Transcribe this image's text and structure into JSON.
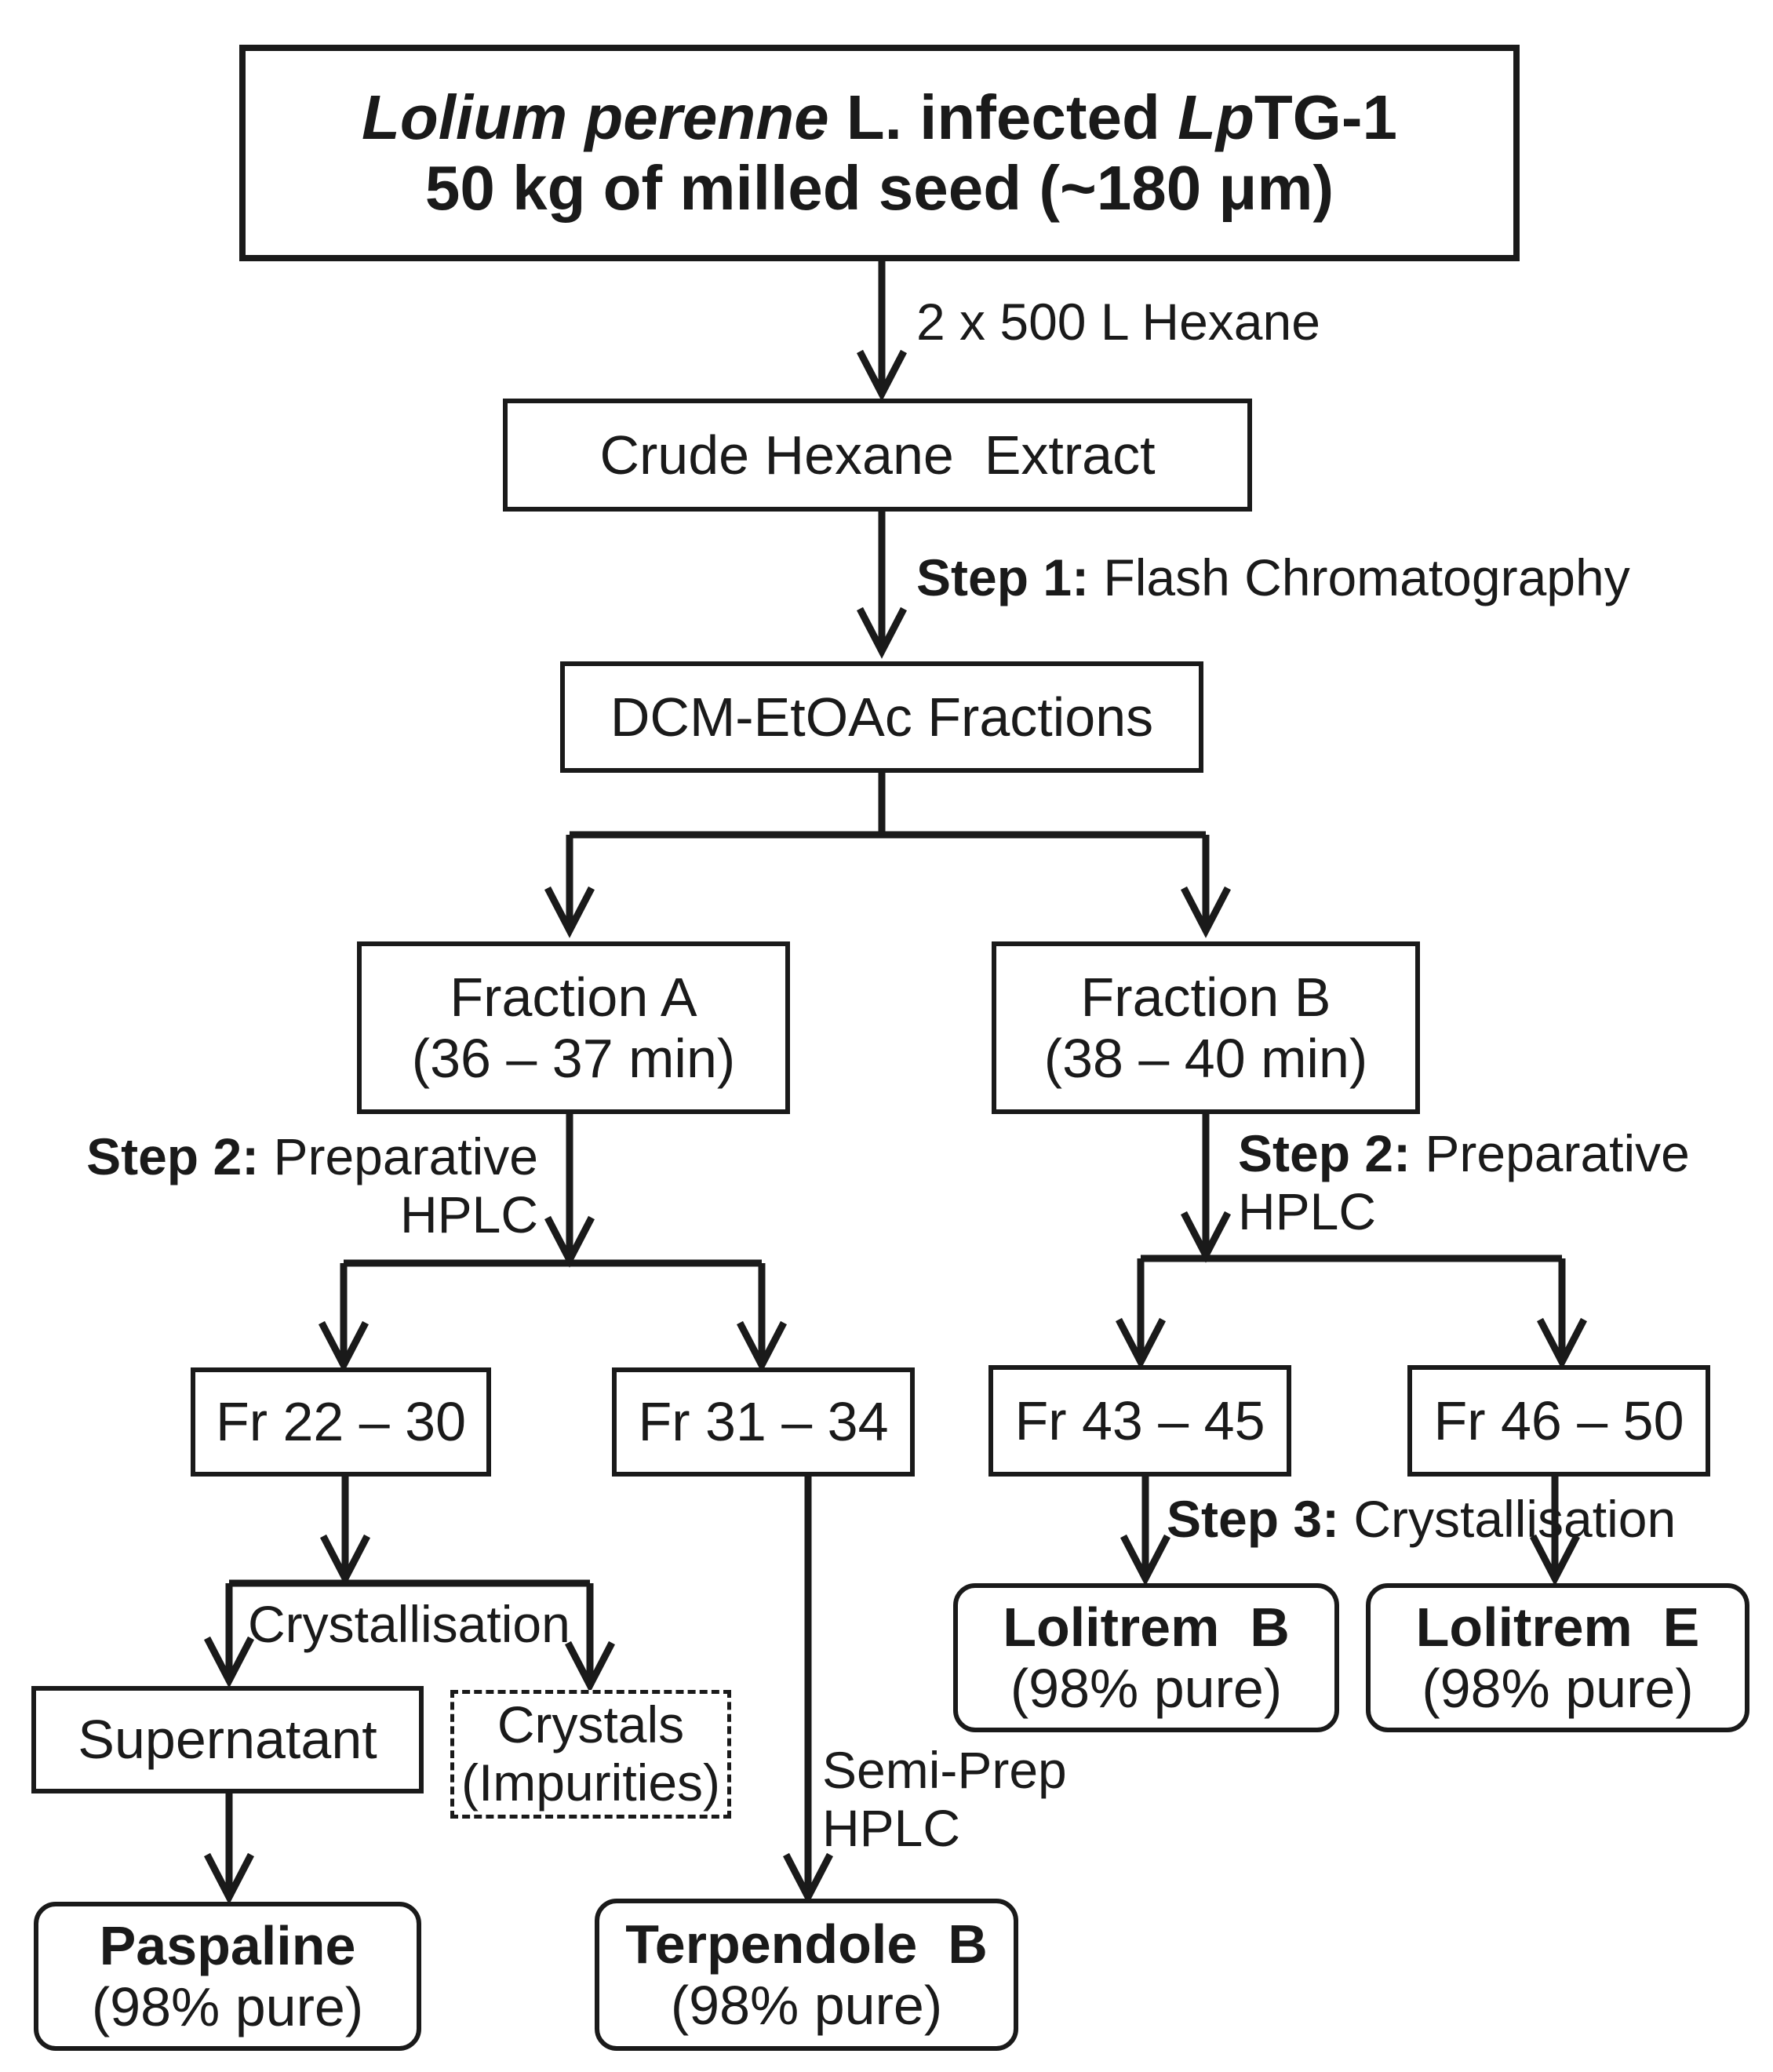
{
  "source": {
    "species": "Lolium perenne",
    "species_suffix": " L. infected ",
    "strain_italic": "Lp",
    "strain_rest": "TG-1",
    "amount": "50 kg of milled seed (~180 μm)"
  },
  "extraction": {
    "solvent_label": "2 x 500 L Hexane",
    "extract_box": "Crude Hexane  Extract"
  },
  "step1": {
    "label_bold": "Step 1:",
    "label_text": " Flash Chromatography",
    "result_box": "DCM-EtOAc Fractions"
  },
  "fraction_a": {
    "title": "Fraction A",
    "range": "(36 – 37 min)",
    "step_bold": "Step 2:",
    "step_text": " Preparative",
    "step_text2": "HPLC",
    "sub1": "Fr 22 – 30",
    "sub2": "Fr 31 – 34",
    "crystallisation": "Crystallisation",
    "supernatant": "Supernatant",
    "crystals_line1": "Crystals",
    "crystals_line2": "(Impurities)",
    "semiprep_line1": "Semi-Prep",
    "semiprep_line2": "HPLC",
    "product1_name": "Paspaline",
    "product1_purity": "(98% pure)",
    "product2_name": "Terpendole  B",
    "product2_purity": "(98% pure)"
  },
  "fraction_b": {
    "title": "Fraction B",
    "range": "(38 – 40 min)",
    "step_bold": "Step 2:",
    "step_text": " Preparative",
    "step_text2": "HPLC",
    "sub1": "Fr 43 – 45",
    "sub2": "Fr 46 – 50",
    "step3_bold": "Step 3:",
    "step3_text": " Crystallisation",
    "product1_name": "Lolitrem  B",
    "product1_purity": "(98% pure)",
    "product2_name": "Lolitrem  E",
    "product2_purity": "(98% pure)"
  }
}
